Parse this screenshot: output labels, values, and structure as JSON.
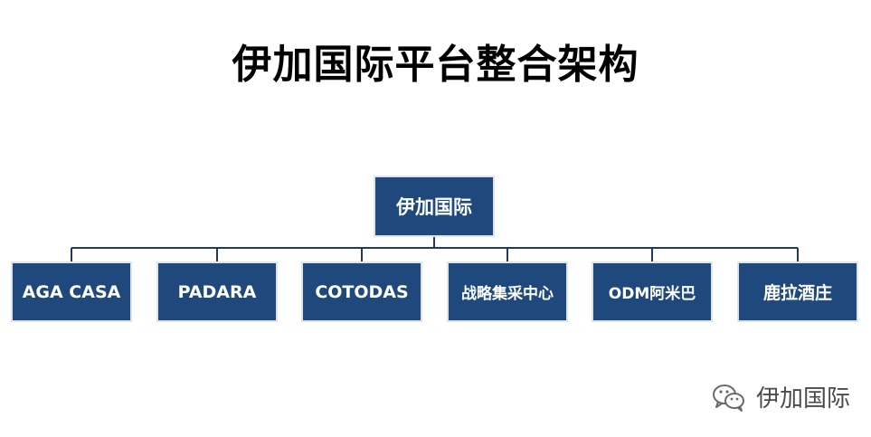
{
  "title": "伊加国际平台整合架构",
  "root": "伊加国际",
  "children": [
    "AGA CASA",
    "PADARA",
    "COTODAS",
    "战略集采中心",
    "ODM阿米巴",
    "鹿拉酒庄"
  ],
  "colors": {
    "box_fill": "#1f497d",
    "box_border": "#dfe4ea",
    "line": "#1f3864",
    "text": "#ffffff"
  },
  "watermark": {
    "icon": "wechat-icon",
    "text": "伊加国际"
  }
}
